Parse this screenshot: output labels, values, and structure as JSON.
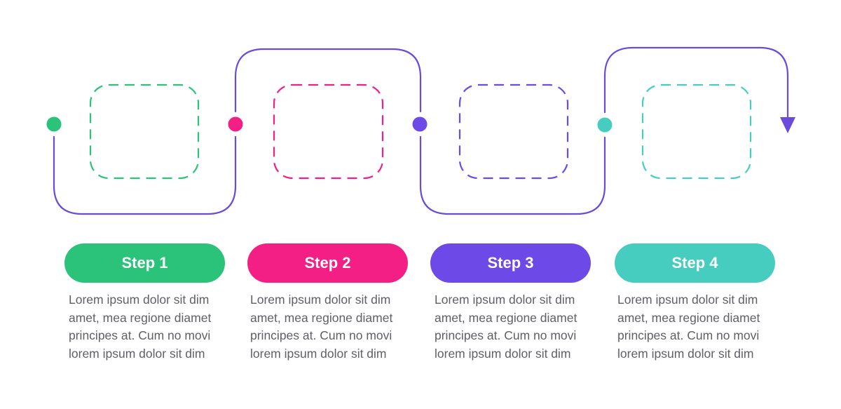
{
  "diagram": {
    "type": "step-process-infographic",
    "connector_color": "#6a4bdc",
    "steps": [
      {
        "label": "Step 1",
        "color": "#2bc27a",
        "description": "Lorem ipsum dolor sit dim\namet, mea regione diamet\nprincipes at. Cum no movi\nlorem ipsum dolor sit dim"
      },
      {
        "label": "Step 2",
        "color": "#f41f84",
        "description": "Lorem ipsum dolor sit dim\namet, mea regione diamet\nprincipes at. Cum no movi\nlorem ipsum dolor sit dim"
      },
      {
        "label": "Step 3",
        "color": "#6d4ae8",
        "description": "Lorem ipsum dolor sit dim\namet, mea regione diamet\nprincipes at. Cum no movi\nlorem ipsum dolor sit dim"
      },
      {
        "label": "Step 4",
        "color": "#47cdc0",
        "description": "Lorem ipsum dolor sit dim\namet, mea regione diamet\nprincipes at. Cum no movi\nlorem ipsum dolor sit dim"
      }
    ]
  }
}
